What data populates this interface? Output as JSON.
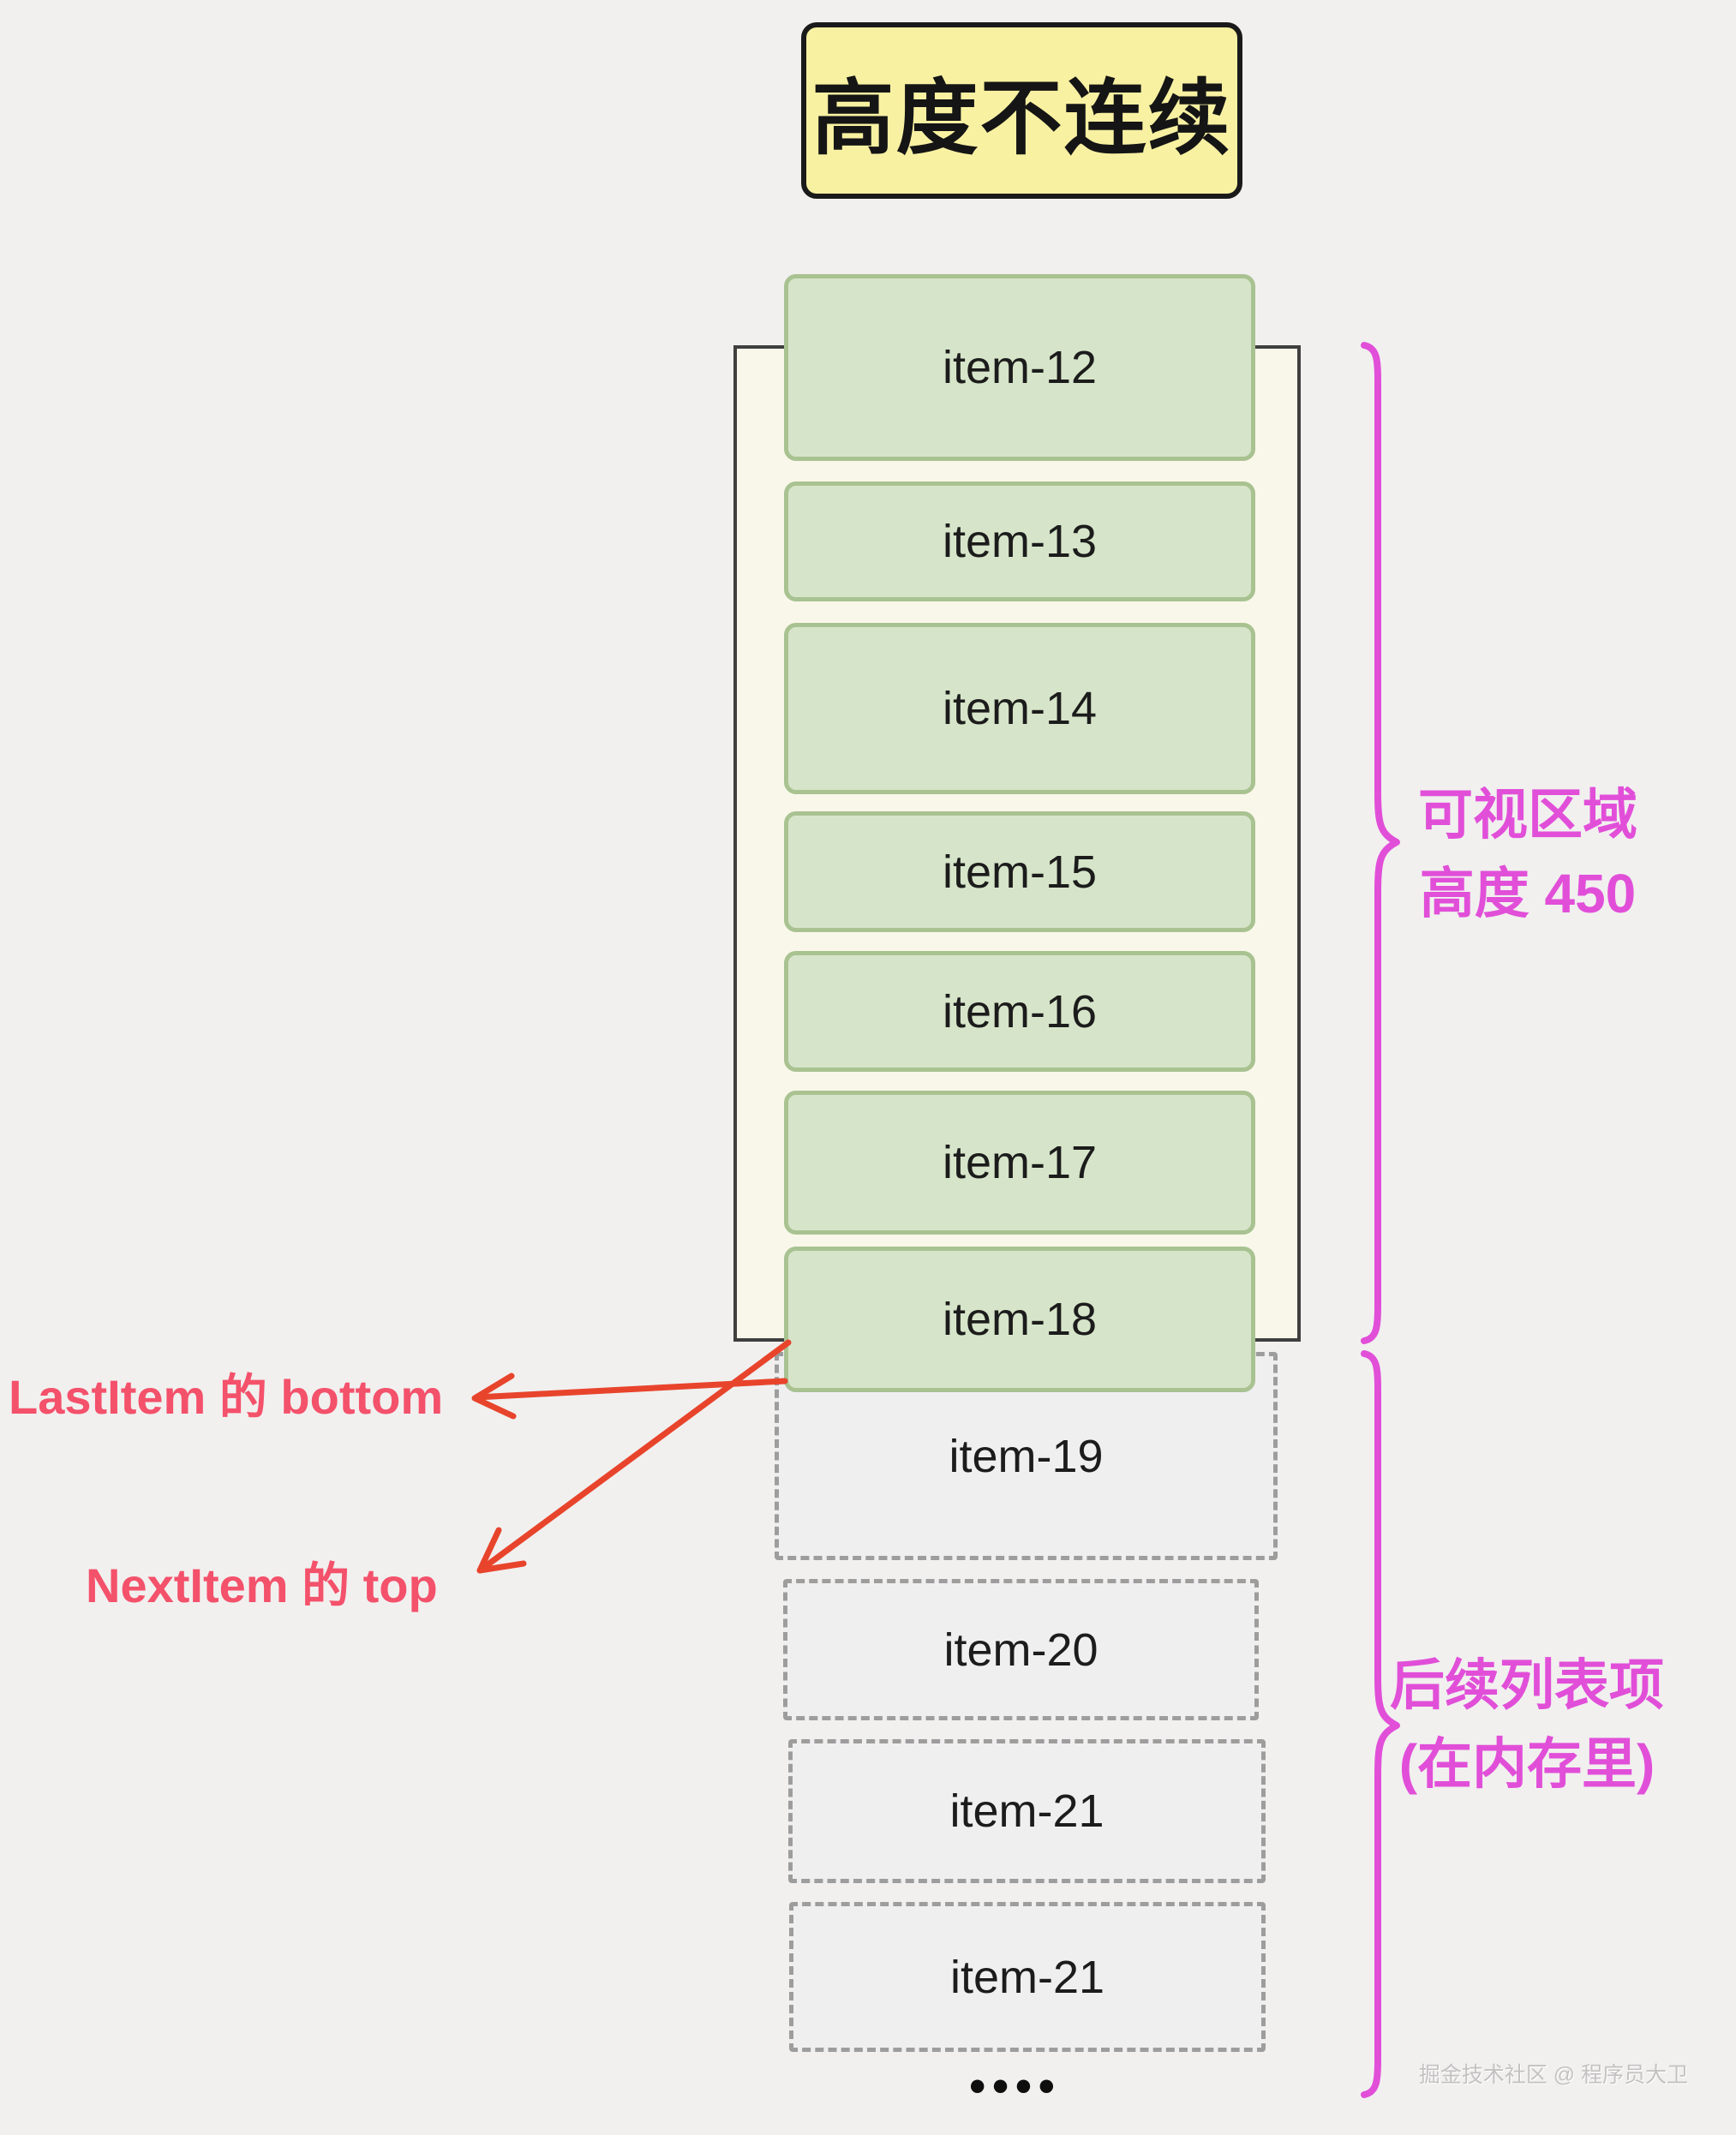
{
  "title": {
    "text": "高度不连续"
  },
  "list": {
    "visible_items": [
      "item-12",
      "item-13",
      "item-14",
      "item-15",
      "item-16",
      "item-17",
      "item-18"
    ],
    "memory_items": [
      "item-19",
      "item-20",
      "item-21",
      "item-21"
    ],
    "more_indicator": "••••"
  },
  "annotations": {
    "viewport_brace_label": {
      "line1": "可视区域",
      "line2": "高度 450"
    },
    "memory_brace_label": {
      "line1": "后续列表项",
      "line2": "(在内存里)"
    },
    "last_item_label": "LastItem 的 bottom",
    "next_item_label": "NextItem 的 top"
  },
  "watermark": {
    "text": "掘金技术社区 @ 程序员大卫"
  },
  "colors": {
    "background": "#f1f0ef",
    "viewport_fill": "#f9f7e9",
    "viewport_border": "#3f3f3f",
    "item_fill": "#d6e5c9",
    "item_border": "#a9c291",
    "dashed_item_border": "#9d9d9d",
    "title_fill": "#f8f1a2",
    "title_border": "#1a1a1a",
    "brace": "#e14fd8",
    "arrow": "#e8442c",
    "pointer_label_text": "#f4516b",
    "item_text": "#1c1c1c",
    "watermark_text": "#c3c1c1"
  }
}
